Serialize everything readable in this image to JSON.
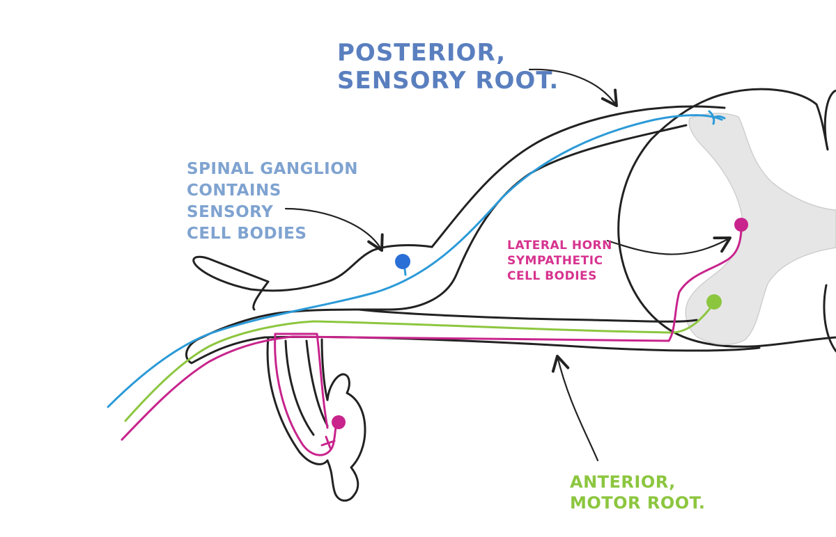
{
  "labels": {
    "posterior_root": {
      "lines": [
        "POSTERIOR,",
        "SENSORY ROOT."
      ]
    },
    "spinal_ganglion": {
      "lines": [
        "SPINAL GANGLION",
        "CONTAINS",
        "SENSORY",
        "CELL BODIES"
      ]
    },
    "lateral_horn": {
      "lines": [
        "LATERAL HORN",
        "SYMPATHETIC",
        "CELL BODIES"
      ]
    },
    "anterior_root": {
      "lines": [
        "ANTERIOR,",
        "MOTOR ROOT."
      ]
    }
  },
  "colors": {
    "posterior_label": "#5a7fbf",
    "ganglion_label": "#7fa3d0",
    "lateral_label": "#d6338f",
    "anterior_label": "#8cc63f",
    "outline": "#222222",
    "grey_matter": "#e6e6e6",
    "sensory_fiber": "#2b9ad8",
    "motor_fiber": "#8cc63f",
    "sympathetic_fiber": "#c8248c",
    "ganglion_cell": "#2a6fd6"
  }
}
